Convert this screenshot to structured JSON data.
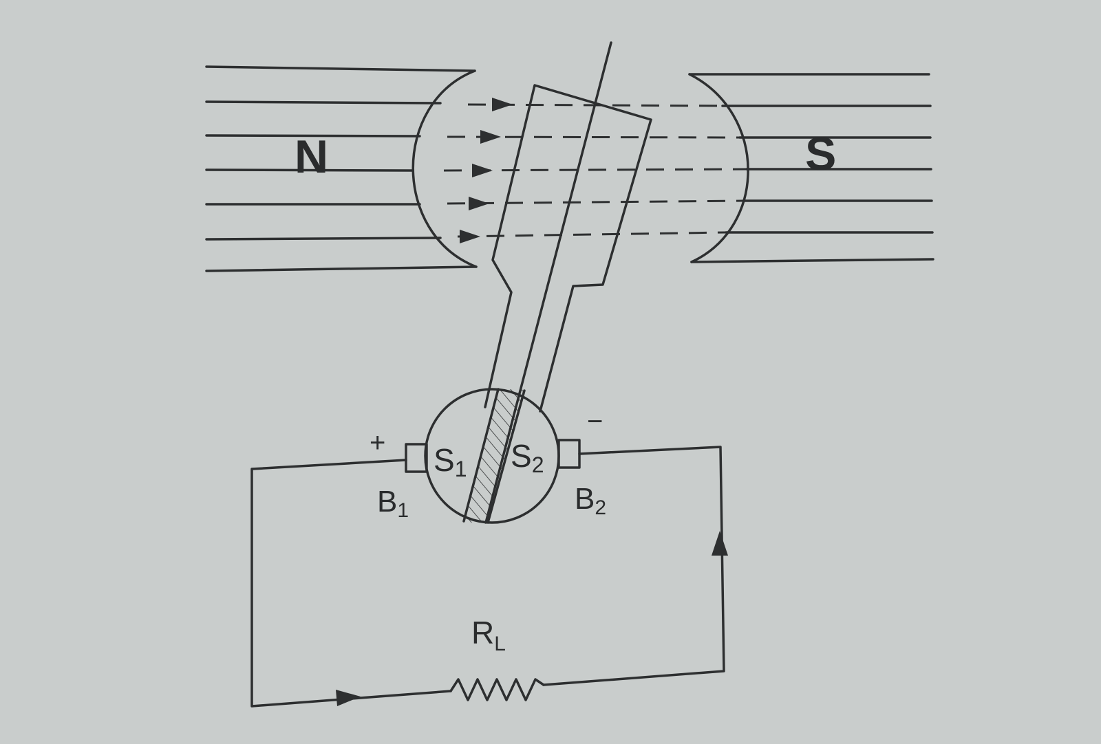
{
  "labels": {
    "north_pole": "N",
    "south_pole": "S",
    "slip_ring_1": "S",
    "slip_ring_1_sub": "1",
    "slip_ring_2": "S",
    "slip_ring_2_sub": "2",
    "brush_1": "B",
    "brush_1_sub": "1",
    "brush_2": "B",
    "brush_2_sub": "2",
    "positive": "+",
    "negative": "−",
    "load": "R",
    "load_sub": "L"
  },
  "colors": {
    "background": "#c9cdcc",
    "ink": "#2d2f30"
  }
}
